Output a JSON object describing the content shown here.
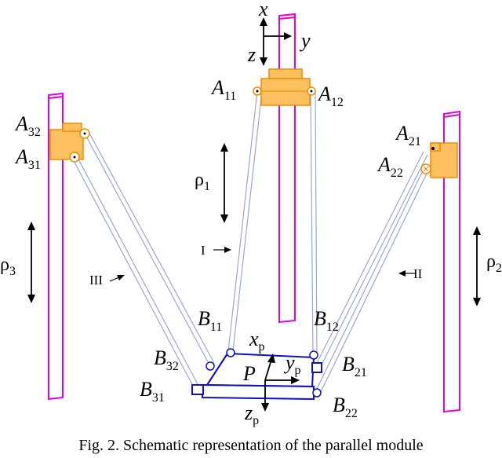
{
  "caption": "Fig. 2. Schematic representation of the parallel module",
  "labels": {
    "A11": {
      "main": "A",
      "sub": "11"
    },
    "A12": {
      "main": "A",
      "sub": "12"
    },
    "A21": {
      "main": "A",
      "sub": "21"
    },
    "A22": {
      "main": "A",
      "sub": "22"
    },
    "A31": {
      "main": "A",
      "sub": "31"
    },
    "A32": {
      "main": "A",
      "sub": "32"
    },
    "B11": {
      "main": "B",
      "sub": "11"
    },
    "B12": {
      "main": "B",
      "sub": "12"
    },
    "B21": {
      "main": "B",
      "sub": "21"
    },
    "B22": {
      "main": "B",
      "sub": "22"
    },
    "B31": {
      "main": "B",
      "sub": "31"
    },
    "B32": {
      "main": "B",
      "sub": "32"
    },
    "rho1": {
      "main": "ρ",
      "sub": "1"
    },
    "rho2": {
      "main": "ρ",
      "sub": "2"
    },
    "rho3": {
      "main": "ρ",
      "sub": "3"
    },
    "x": "x",
    "y": "y",
    "z": "z",
    "xp": {
      "main": "x",
      "sub": "p"
    },
    "yp": {
      "main": "y",
      "sub": "p"
    },
    "zp": {
      "main": "z",
      "sub": "p"
    },
    "P": "P",
    "I": "I",
    "II": "II",
    "III": "III"
  }
}
